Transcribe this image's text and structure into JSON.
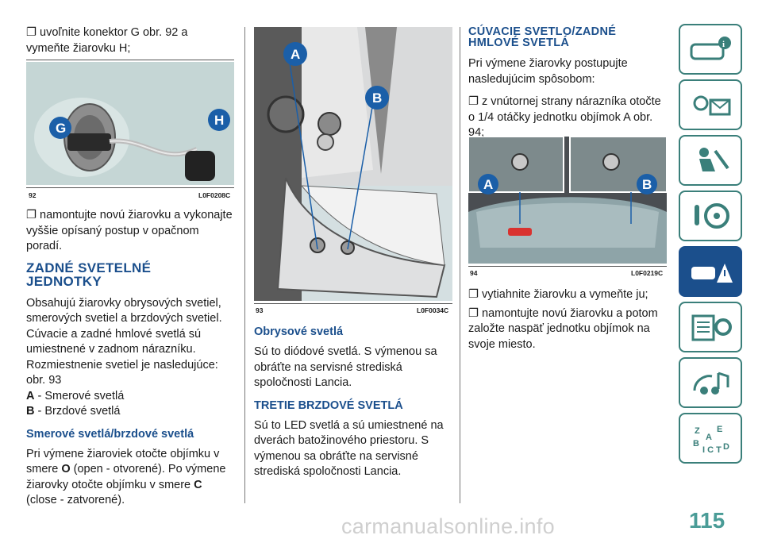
{
  "col1": {
    "item_unplug": "❐ uvoľnite konektor G obr. 92 a vymeňte žiarovku H;",
    "fig92": {
      "num": "92",
      "code": "L0F0208C",
      "label_g": "G",
      "label_h": "H"
    },
    "item_mount": "❐ namontujte novú žiarovku a vykonajte vyššie opísaný postup v opačnom poradí.",
    "heading_rear": "ZADNÉ SVETELNÉ JEDNOTKY",
    "para_rear": "Obsahujú žiarovky obrysových svetiel, smerových svetiel a brzdových svetiel. Cúvacie a zadné hmlové svetlá sú umiestnené v zadnom nárazníku. Rozmiestnenie svetiel je nasledujúce: obr. 93",
    "legend_a_key": "A",
    "legend_a_text": " - Smerové svetlá",
    "legend_b_key": "B",
    "legend_b_text": " - Brzdové svetlá",
    "heading_turn": "Smerové svetlá/brzdové svetlá",
    "para_turn_1": "Pri výmene žiaroviek otočte objímku v smere ",
    "para_turn_o": "O",
    "para_turn_2": " (open - otvorené). Po výmene žiarovky otočte objímku v smere ",
    "para_turn_c": "C",
    "para_turn_3": " (close - zatvorené)."
  },
  "col2": {
    "fig93": {
      "num": "93",
      "code": "L0F0034C",
      "label_a": "A",
      "label_b": "B"
    },
    "heading_outline": "Obrysové svetlá",
    "para_outline": "Sú to diódové svetlá. S výmenou sa obráťte na servisné strediská spoločnosti Lancia.",
    "heading_third": "TRETIE BRZDOVÉ SVETLÁ",
    "para_third": "Sú to LED svetlá a sú umiestnené na dverách batožinového priestoru. S výmenou sa obráťte na servisné strediská spoločnosti Lancia."
  },
  "col3": {
    "heading_reverse": "CÚVACIE SVETLO/ZADNÉ HMLOVÉ SVETLÁ",
    "para_reverse": "Pri výmene žiarovky postupujte nasledujúcim spôsobom:",
    "item_turn": "❐ z vnútornej strany nárazníka otočte o 1/4 otáčky jednotku objímok A obr. 94;",
    "fig94": {
      "num": "94",
      "code": "L0F0219C",
      "label_a": "A",
      "label_b": "B"
    },
    "item_pull": "❐ vytiahnite žiarovku a vymeňte ju;",
    "item_refit": "❐ namontujte novú žiarovku a potom založte naspäť jednotku objímok na svoje miesto."
  },
  "sidebar": {
    "items": [
      {
        "icon": "car-info-icon"
      },
      {
        "icon": "warning-lights-icon"
      },
      {
        "icon": "seat-safety-icon"
      },
      {
        "icon": "steering-wheel-icon"
      },
      {
        "icon": "car-emergency-icon",
        "active": true
      },
      {
        "icon": "maintenance-icon"
      },
      {
        "icon": "multimedia-icon"
      },
      {
        "icon": "index-icon"
      }
    ],
    "accent": "#3a7f7a",
    "active_color": "#1b4f8c"
  },
  "page_number": "115",
  "watermark": "carmanualsonline.info",
  "colors": {
    "heading": "#1b4f8c",
    "label_circle": "#1b5fa8"
  }
}
